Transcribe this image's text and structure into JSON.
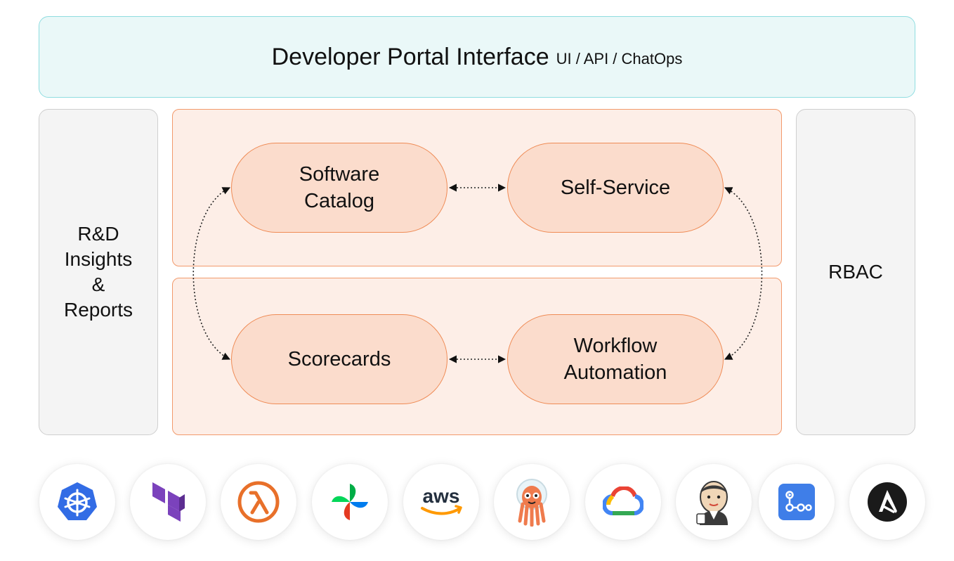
{
  "header": {
    "title": "Developer Portal Interface",
    "subtitle": "UI / API / ChatOps"
  },
  "left_panel": {
    "label": "R&D\nInsights\n&\nReports"
  },
  "right_panel": {
    "label": "RBAC"
  },
  "modules": [
    {
      "label": "Software\nCatalog"
    },
    {
      "label": "Self-Service"
    },
    {
      "label": "Scorecards"
    },
    {
      "label": "Workflow\nAutomation"
    }
  ],
  "integrations": [
    {
      "icon": "kubernetes-icon",
      "color": "#326ce5"
    },
    {
      "icon": "terraform-icon",
      "color": "#7b42bc"
    },
    {
      "icon": "lambda-icon",
      "color": "#e8702a"
    },
    {
      "icon": "airflow-icon",
      "color": "#017cee"
    },
    {
      "icon": "aws-icon",
      "color": "#232f3e",
      "text": "aws"
    },
    {
      "icon": "argo-icon",
      "color": "#ef7b4d"
    },
    {
      "icon": "google-cloud-icon",
      "color": "#4285f4"
    },
    {
      "icon": "jenkins-icon",
      "color": "#d24939"
    },
    {
      "icon": "pipeline-icon",
      "color": "#3f7ee8"
    },
    {
      "icon": "ansible-icon",
      "color": "#1a1a1a"
    }
  ]
}
